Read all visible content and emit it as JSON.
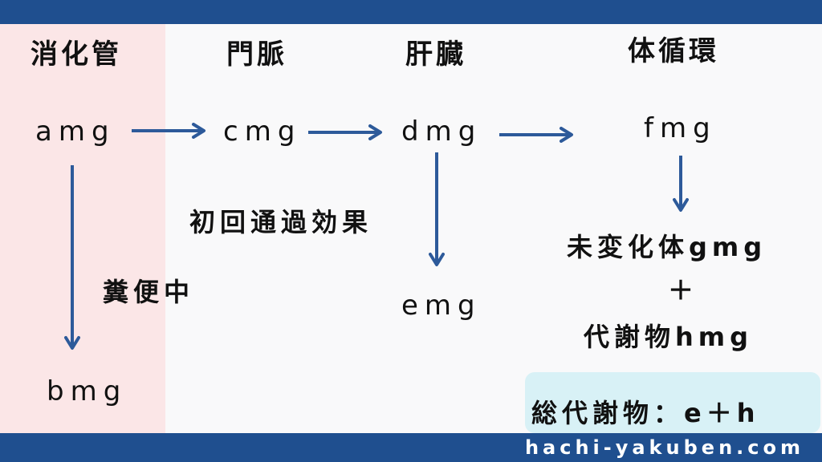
{
  "headers": {
    "gi_tract": "消化管",
    "portal_vein": "門脈",
    "liver": "肝臓",
    "systemic": "体循環"
  },
  "amounts": {
    "a": "amg",
    "b": "bmg",
    "c": "cmg",
    "d": "dmg",
    "e": "emg",
    "f": "fmg"
  },
  "labels": {
    "feces": "糞便中",
    "first_pass": "初回通過効果",
    "unchanged": "未変化体gmg",
    "plus": "＋",
    "metabolite": "代謝物hmg",
    "total_metabolites": "総代謝物：e＋h"
  },
  "site": "hachi-yakuben.com",
  "colors": {
    "bar": "#1f4f8f",
    "arrow": "#2d5a9a",
    "gi_column": "#fbe6e7",
    "note_box": "#d8f1f6"
  }
}
